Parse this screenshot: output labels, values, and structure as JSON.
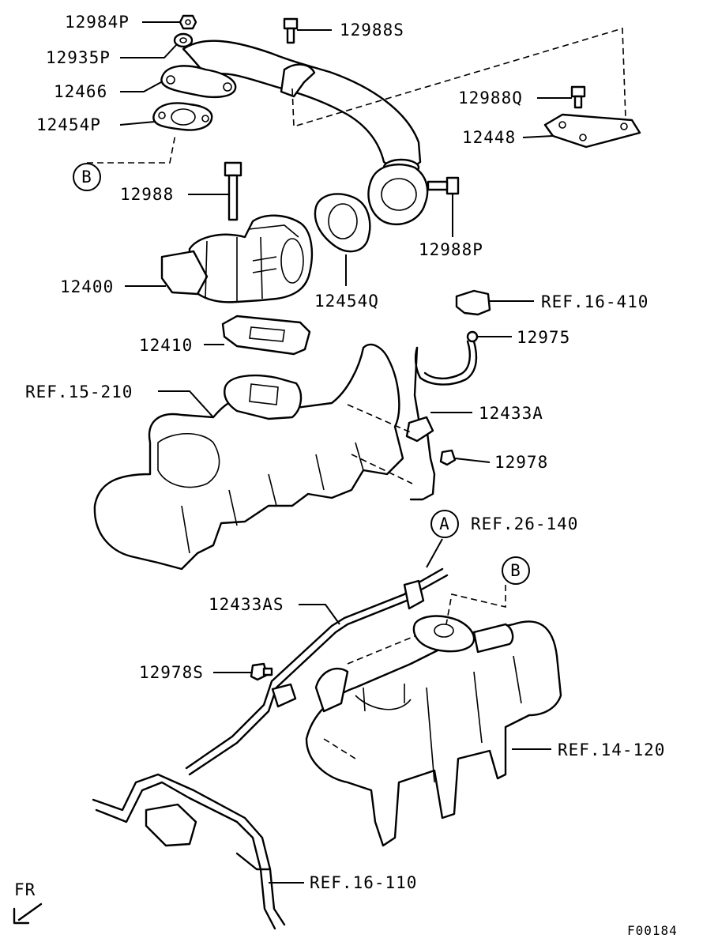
{
  "labels": {
    "p12984P": "12984P",
    "p12988S": "12988S",
    "p12935P": "12935P",
    "p12466": "12466",
    "p12988Q": "12988Q",
    "p12454P": "12454P",
    "p12448": "12448",
    "p12988": "12988",
    "p12988P": "12988P",
    "p12400": "12400",
    "p12454Q": "12454Q",
    "ref16410": "REF.16-410",
    "p12975": "12975",
    "p12410": "12410",
    "ref15210": "REF.15-210",
    "p12433A": "12433A",
    "p12978": "12978",
    "ref26140": "REF.26-140",
    "p12433AS": "12433AS",
    "p12978S": "12978S",
    "ref14120": "REF.14-120",
    "ref16110": "REF.16-110",
    "fr": "FR",
    "code": "F00184"
  },
  "callouts": {
    "a": "A",
    "b_top": "B",
    "b_lower": "B"
  }
}
